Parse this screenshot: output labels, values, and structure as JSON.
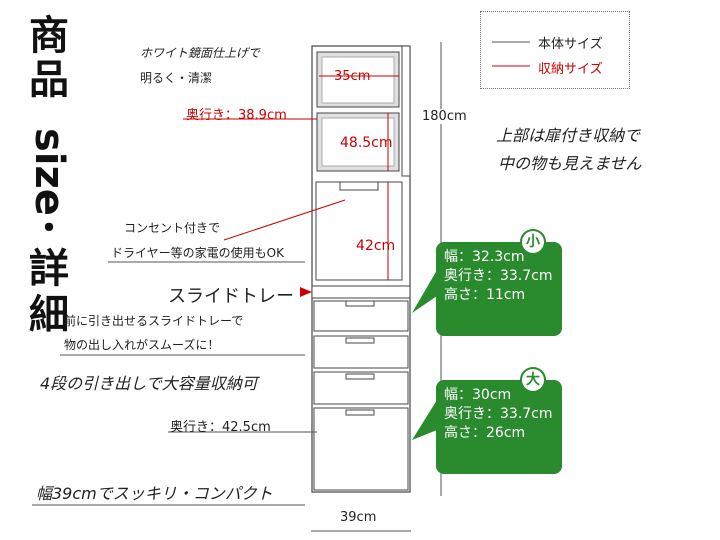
{
  "title": {
    "part1": "商品",
    "part2": "size",
    "part3": "・",
    "part4": "詳",
    "part5": "細"
  },
  "legend": {
    "body_size": "本体サイズ",
    "storage_size": "収納サイズ"
  },
  "notes": {
    "mirror_1": "ホワイト鏡面仕上げで",
    "mirror_2": "明るく・清潔",
    "depth_top": "奥行き：38.9cm",
    "outlet_1": "コンセント付きで",
    "outlet_2": "ドライヤー等の家電の使用もOK",
    "slide_tray": "スライドトレー",
    "slide_1": "前に引き出せるスライドトレーで",
    "slide_2": "物の出し入れがスムーズに！",
    "drawers": "4段の引き出しで大容量収納可",
    "depth_bottom": "奥行き：42.5cm",
    "width_note": "幅39cmでスッキリ・コンパクト",
    "door_1": "上部は扉付き収納で",
    "door_2": "中の物も見えません"
  },
  "dims": {
    "w35": "35cm",
    "h48": "48.5cm",
    "h42": "42cm",
    "h180": "180cm",
    "w39": "39cm"
  },
  "small_drawer": {
    "badge": "小",
    "width": "幅：32.3cm",
    "depth": "奥行き：33.7cm",
    "height": "高さ：11cm"
  },
  "large_drawer": {
    "badge": "大",
    "width": "幅：30cm",
    "depth": "奥行き：33.7cm",
    "height": "高さ：26cm"
  },
  "colors": {
    "storage_line": "#cc0000",
    "body_line": "#555555",
    "bubble_green": "#2a8a2e"
  }
}
